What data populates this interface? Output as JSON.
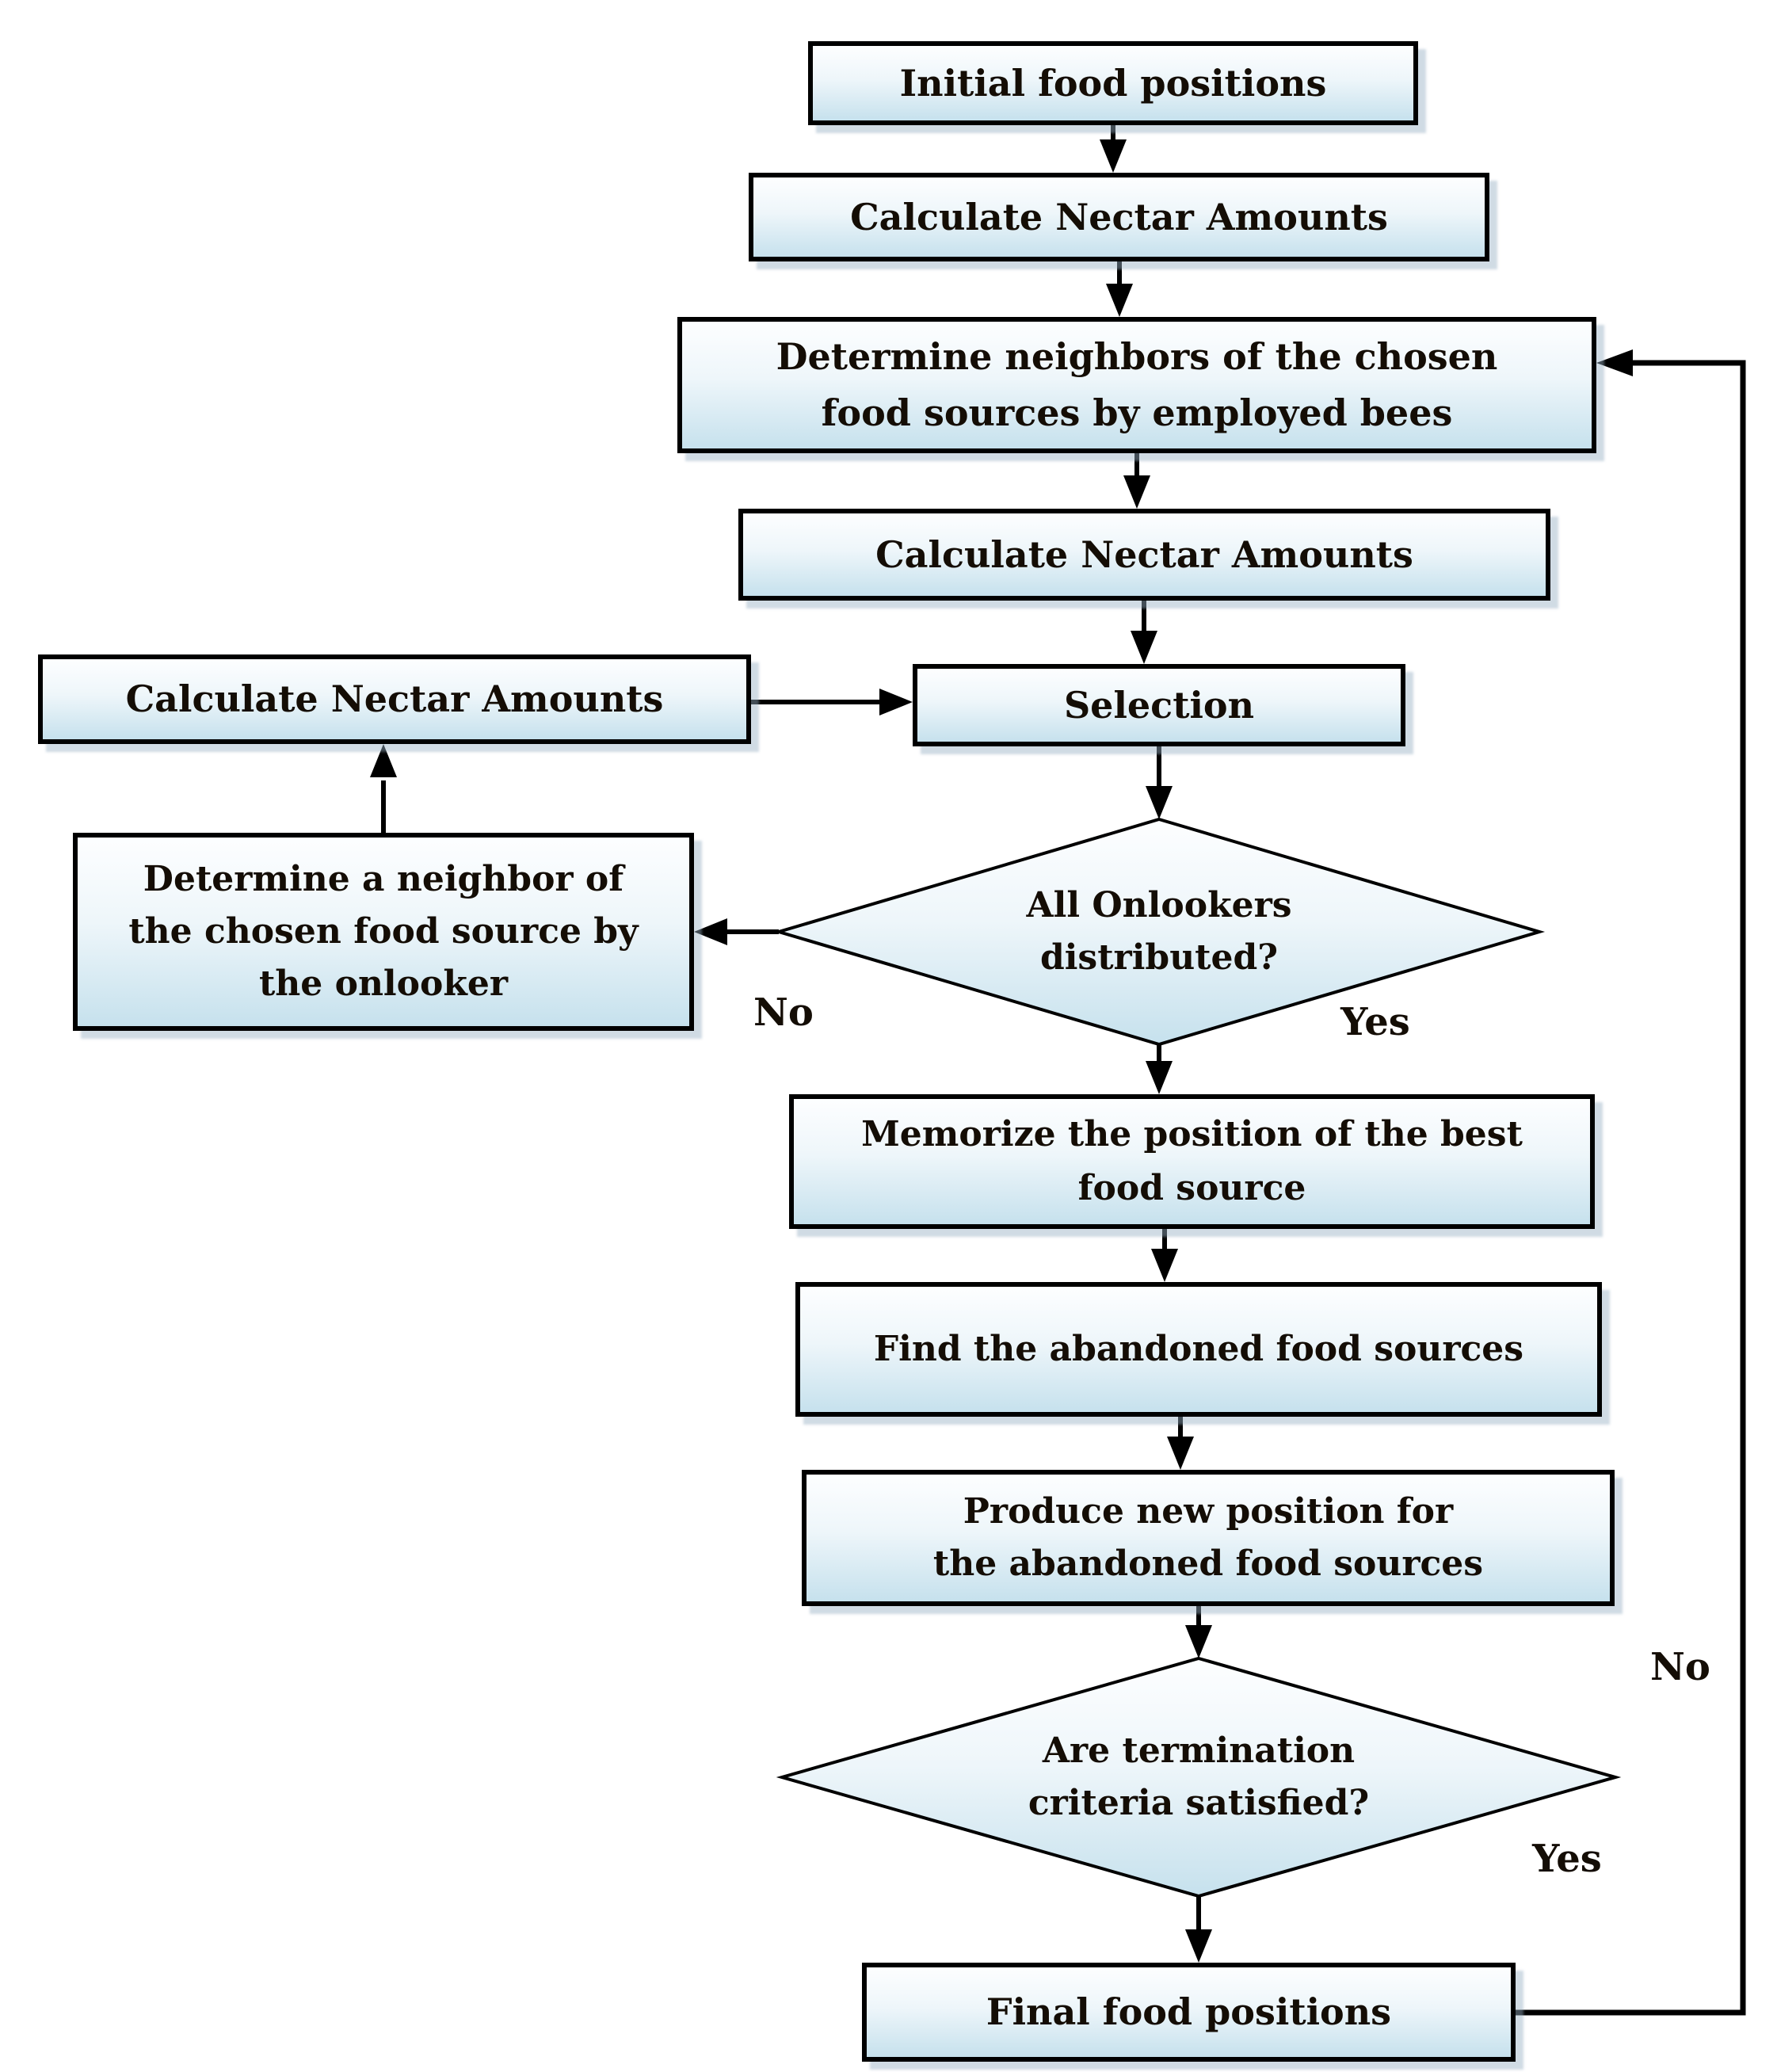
{
  "title": "Artificial Bee Colony algorithm flowchart",
  "nodes": {
    "initial": {
      "label": "Initial food positions",
      "type": "process"
    },
    "calc_nectar_1": {
      "label": "Calculate Nectar Amounts",
      "type": "process"
    },
    "determine_employed": {
      "label": "Determine neighbors of the chosen food sources by employed bees",
      "type": "process"
    },
    "calc_nectar_2": {
      "label": "Calculate Nectar Amounts",
      "type": "process"
    },
    "calc_nectar_3": {
      "label": "Calculate Nectar Amounts",
      "type": "process"
    },
    "selection": {
      "label": "Selection",
      "type": "process"
    },
    "onlookers_decision": {
      "label": "All Onlookers distributed?",
      "type": "decision"
    },
    "determine_onlooker": {
      "label": "Determine a neighbor of the chosen food source by the onlooker",
      "type": "process"
    },
    "memorize": {
      "label": "Memorize the position of the best food source",
      "type": "process"
    },
    "find_abandoned": {
      "label": "Find the abandoned food sources",
      "type": "process"
    },
    "produce_new": {
      "label": "Produce new position for the abandoned food sources",
      "type": "process"
    },
    "termination_decision": {
      "label": "Are termination criteria satisfied?",
      "type": "decision"
    },
    "final": {
      "label": "Final food positions",
      "type": "process"
    }
  },
  "edge_labels": {
    "onlookers_no": "No",
    "onlookers_yes": "Yes",
    "termination_no": "No",
    "termination_yes": "Yes"
  },
  "colors": {
    "background": "#ffffff",
    "box_fill_top": "#fdfeff",
    "box_fill_bottom": "#c6e1ed",
    "box_border": "#000000",
    "box_shadow": "#96afc3",
    "text": "#140d05",
    "line": "#000000"
  }
}
